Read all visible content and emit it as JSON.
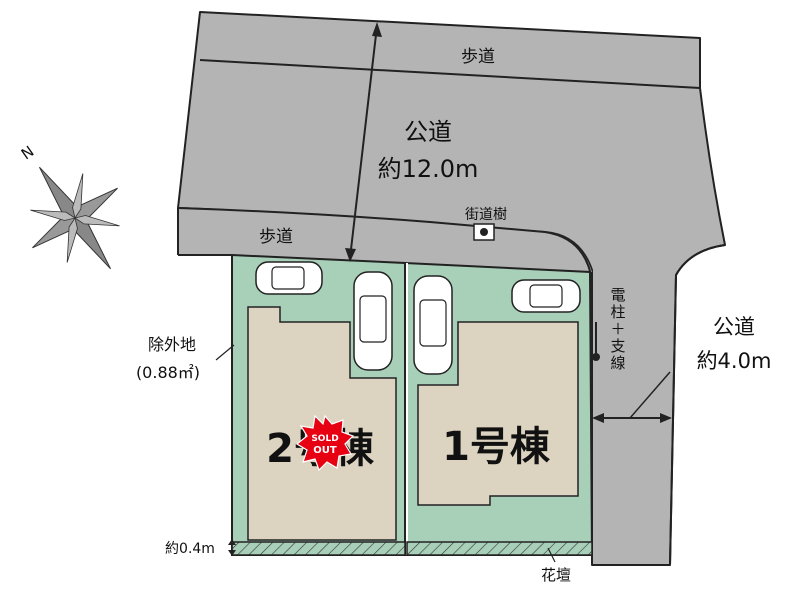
{
  "roads": {
    "sidewalk_top": "歩道",
    "main_road_label": "公道",
    "main_road_width": "約12.0m",
    "sidewalk_bottom": "歩道",
    "street_tree": "街道樹",
    "side_road_label": "公道",
    "side_road_width": "約4.0m"
  },
  "compass": {
    "north": "N"
  },
  "utility": {
    "pole": "電柱＋支線"
  },
  "excluded": {
    "label": "除外地",
    "area": "(0.88㎡)"
  },
  "lots": {
    "lot2": {
      "name": "2号棟",
      "badge_line1": "SOLD",
      "badge_line2": "OUT"
    },
    "lot1": {
      "name": "1号棟"
    }
  },
  "bottom": {
    "gap": "約0.4m",
    "flowerbed": "花壇"
  },
  "colors": {
    "road": "#b4b4b4",
    "lot": "#a8cfb8",
    "building": "#ddd3c1",
    "sold_badge": "#e60012",
    "outline": "#222222"
  }
}
